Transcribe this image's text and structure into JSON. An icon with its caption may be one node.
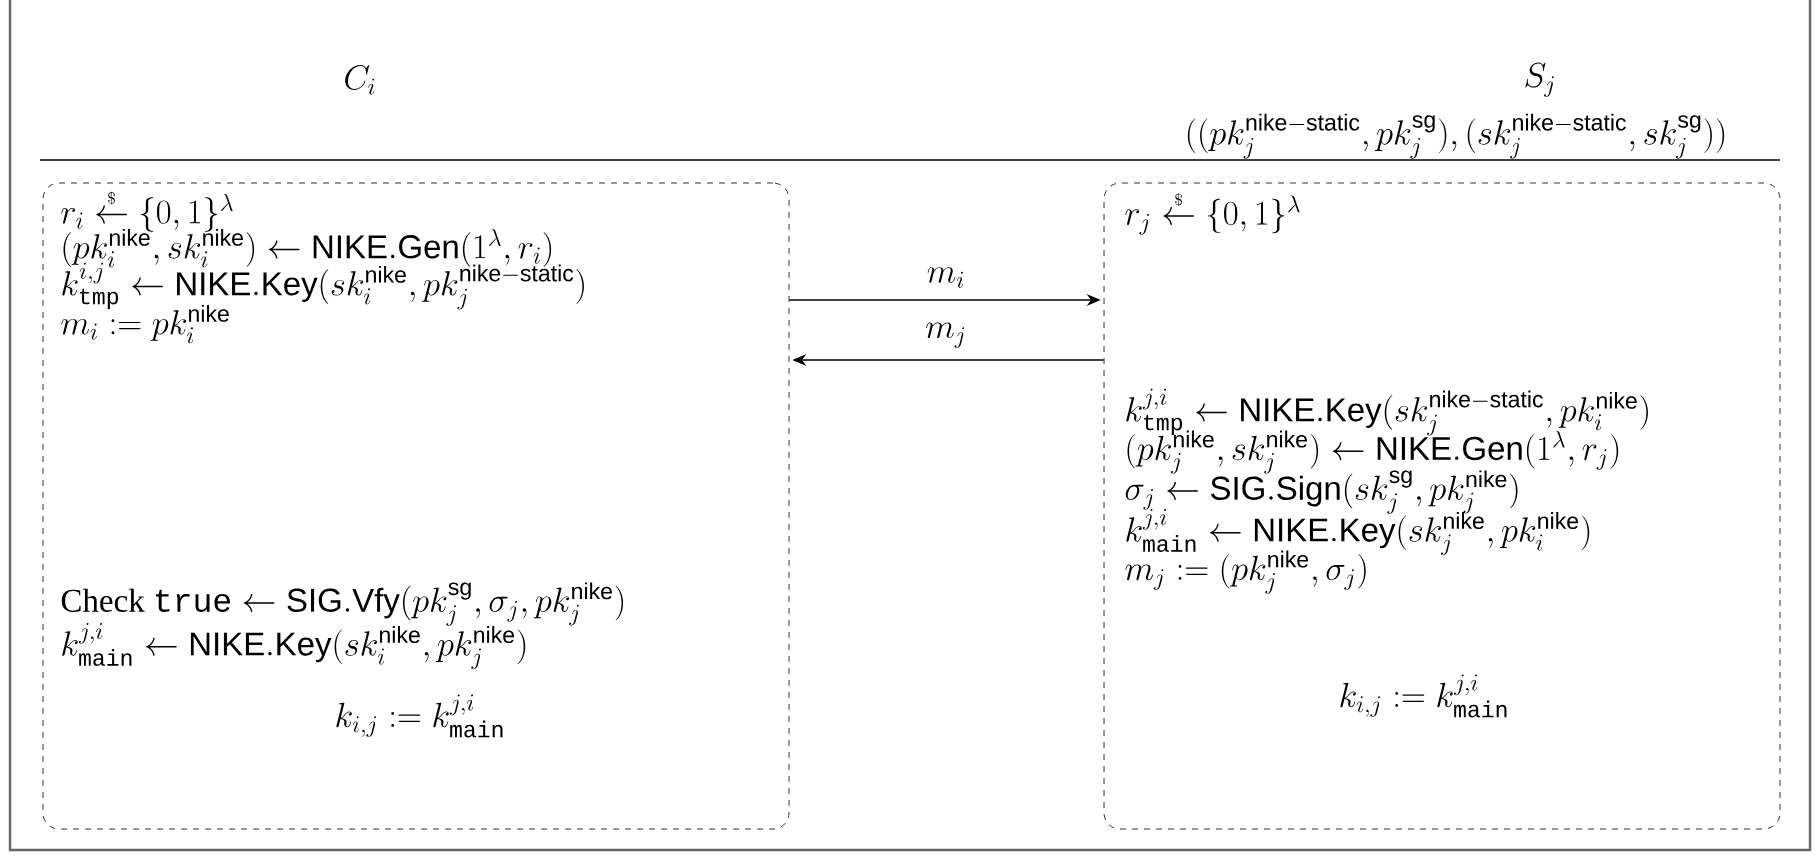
{
  "diagram": {
    "nodes": [
      {
        "text": [
          "r_i \\overset{\\scriptscriptstyle\\$}{\\leftarrow} \\{0,1\\}^\\lambda",
          "(pk_i^{\\mathsf{nike}}, sk_i^{\\mathsf{nike}}) \\leftarrow \\mathsf{NIKE.Gen}(1^\\lambda, r_i)",
          "k_{\\mathtt{tmp}}^{i,j} \\leftarrow \\mathsf{NIKE.Key}(sk_i^{\\mathsf{nike}}, pk_j^{\\mathsf{nike-static}})",
          "m_i := pk_i^{\\mathsf{nike}}",
          "\\text{Check } \\mathtt{true} \\leftarrow \\mathsf{SIG.Vfy}(pk_j^{\\mathsf{sg}}, \\sigma_j, pk_j^{\\mathsf{nike}})",
          "k_{\\mathtt{main}}^{j,i} \\leftarrow \\mathsf{NIKE.Key}(sk_i^{\\mathsf{nike}}, pk_j^{\\mathsf{nike}})",
          "k_{i,j} := k_{\\mathtt{main}}^{j,i}"
        ]
      },
      {
        "text": [
          "r_j \\overset{\\scriptscriptstyle\\$}{\\leftarrow} \\{0,1\\}^\\lambda",
          "k_{\\mathtt{tmp}}^{j,i} \\leftarrow \\mathsf{NIKE.Key}(sk_j^{\\mathsf{nike-static}}, pk_i^{\\mathsf{nike}})",
          "(pk_j^{\\mathsf{nike}}, sk_j^{\\mathsf{nike}}) \\leftarrow \\mathsf{NIKE.Gen}(1^\\lambda, r_j)",
          "\\sigma_j \\leftarrow \\mathsf{SIG.Sign}(sk_j^{\\mathsf{sg}}, pk_j^{\\mathsf{nike}})",
          "k_{\\mathtt{main}}^{j,i} \\leftarrow \\mathsf{NIKE.Key}(sk_j^{\\mathsf{nike}}, pk_i^{\\mathsf{nike}})",
          "m_j := (pk_j^{\\mathsf{nike}}, \\sigma_j)",
          "k_{i,j} := k_{\\mathtt{main}}^{j,i}"
        ]
      }
    ],
    "edges": [
      {
        "from": 0,
        "to": 1,
        "arrow": "to",
        "label": "m_i"
      },
      {
        "from": 1,
        "to": 0,
        "arrow": "to",
        "label": "m_j"
      }
    ],
    "labels": [
      "C_i",
      "S_j",
      "((pk_j^{\\mathsf{nike-static}}, pk_j^{\\mathsf{sg}}), (sk_j^{\\mathsf{nike-static}}, sk_j^{\\mathsf{sg}}))"
    ]
  }
}
